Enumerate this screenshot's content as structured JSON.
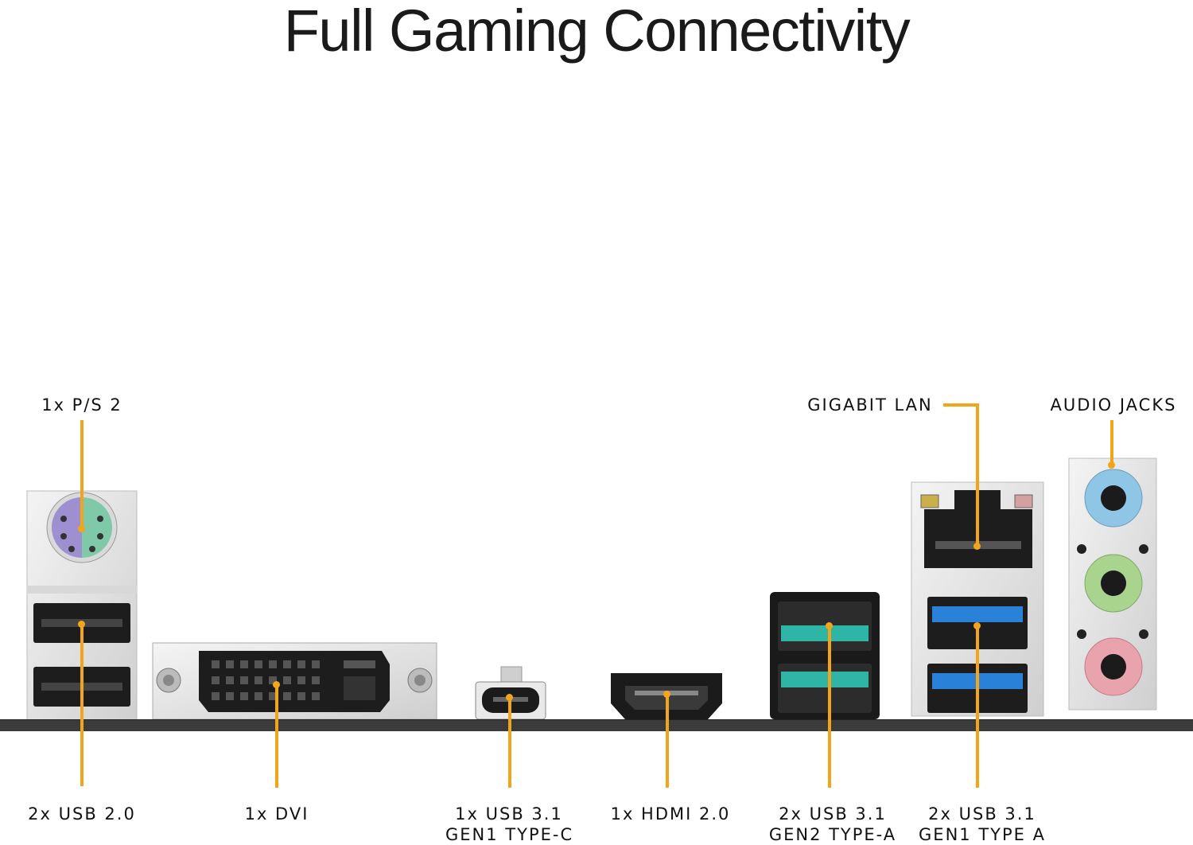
{
  "title": "Full Gaming Connectivity",
  "labels": {
    "ps2": "1x P/S 2",
    "usb20": "2x USB 2.0",
    "dvi": "1x DVI",
    "typec_line1": "1x USB 3.1",
    "typec_line2": "GEN1 TYPE-C",
    "hdmi": "1x HDMI 2.0",
    "gen2_line1": "2x USB 3.1",
    "gen2_line2": "GEN2 TYPE-A",
    "gen1_line1": "2x USB 3.1",
    "gen1_line2": "GEN1 TYPE A",
    "lan": "GIGABIT LAN",
    "audio": "AUDIO JACKS"
  },
  "colors": {
    "leader": "#f2a51a",
    "ps2_mouse": "#7fc9a8",
    "ps2_keyboard": "#9d8fd0",
    "usb_gen2": "#2fb5a6",
    "usb_gen1": "#2a82d8",
    "audio_blue": "#8fc6e6",
    "audio_green": "#a8d48e",
    "audio_pink": "#e9a3ad"
  }
}
